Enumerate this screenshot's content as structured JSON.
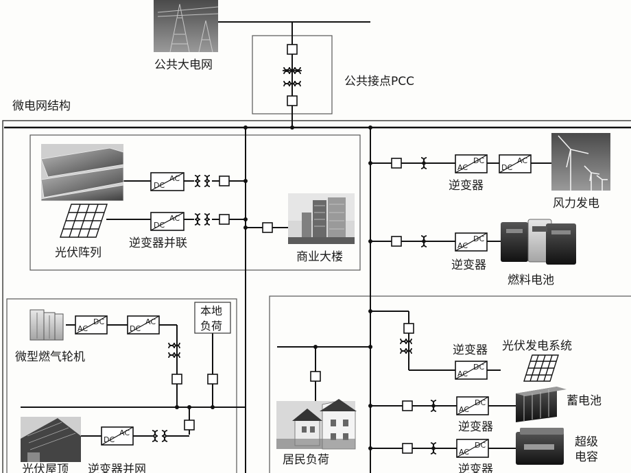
{
  "labels": {
    "grid": "公共大电网",
    "pcc": "公共接点PCC",
    "title": "微电网结构",
    "pv_array": "光伏阵列",
    "inv_parallel_1": "逆变器并联",
    "commercial": "商业大楼",
    "wind": "风力发电",
    "inv_wind": "逆变器",
    "fuel_cell": "燃料电池",
    "inv_fuel": "逆变器",
    "local_load_1": "本地",
    "local_load_2": "负荷",
    "microturbine": "微型燃气轮机",
    "pv_roof": "光伏屋顶",
    "inv_parallel_2": "逆变器并网",
    "residential": "居民负荷",
    "inv_pvsys": "逆变器",
    "pv_system": "光伏发电系统",
    "battery": "蓄电池",
    "inv_battery": "逆变器",
    "supercap_1": "超级",
    "supercap_2": "电容",
    "inv_supercap": "逆变器"
  },
  "conv": {
    "dc": "DC",
    "ac": "AC"
  },
  "colors": {
    "line": "#111111",
    "frame": "#555555",
    "photo": "#8a8a8a"
  }
}
